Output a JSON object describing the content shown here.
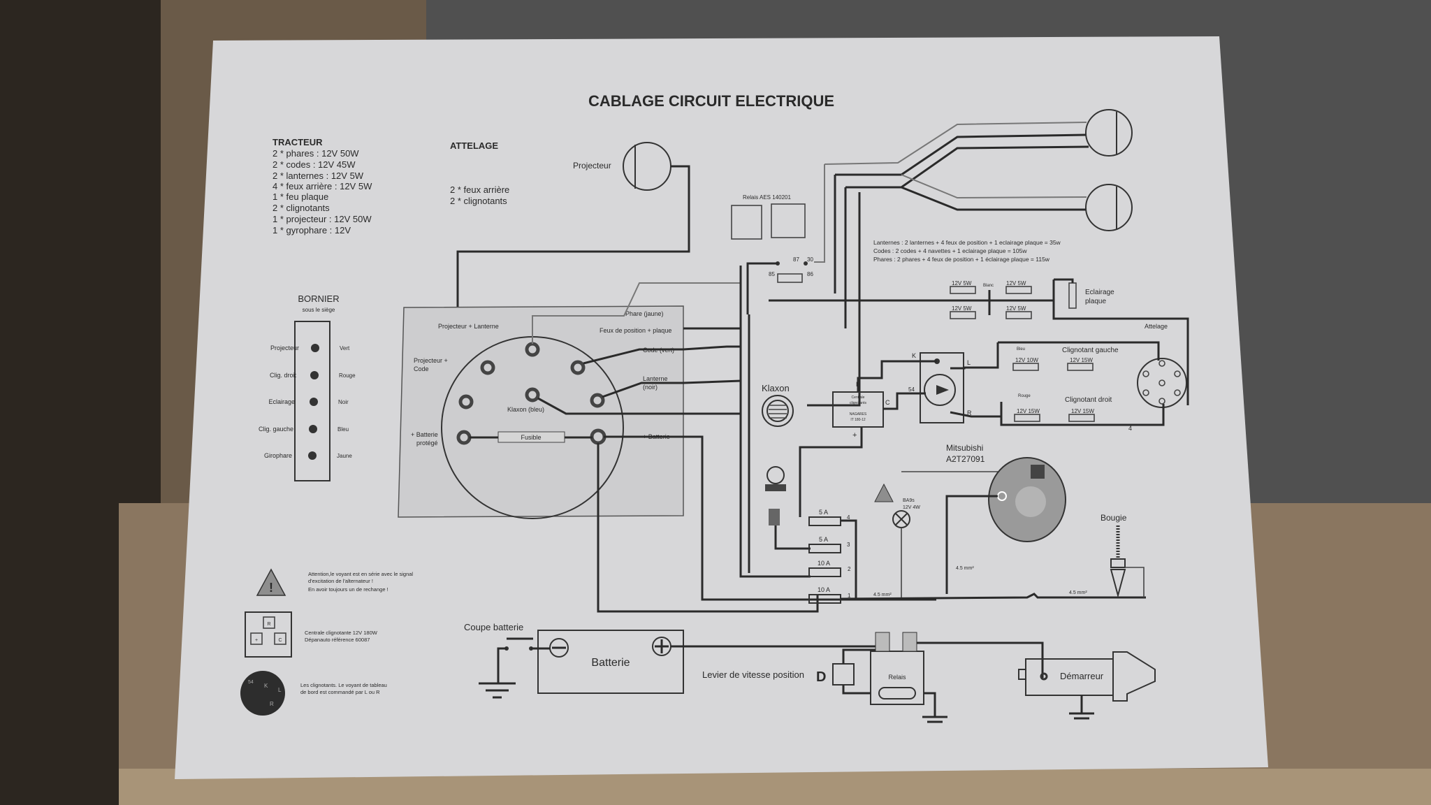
{
  "title": "CABLAGE CIRCUIT ELECTRIQUE",
  "colors": {
    "paper": "#d7d7d9",
    "ink": "#2a2a2a",
    "wood": "#6a5a48",
    "bench": "#8a7660"
  },
  "tracteur": {
    "heading": "TRACTEUR",
    "items": [
      "2 * phares : 12V 50W",
      "2 * codes : 12V 45W",
      "2 * lanternes : 12V 5W",
      "4 * feux arrière : 12V 5W",
      "1 * feu plaque",
      "2 * clignotants",
      "1 * projecteur : 12V 50W",
      "1 * gyrophare : 12V"
    ]
  },
  "attelage": {
    "heading": "ATTELAGE",
    "items": [
      "2 * feux arrière",
      "2 * clignotants"
    ]
  },
  "projecteur_label": "Projecteur",
  "relais_label": "Relais AES 140201",
  "relay_pins": {
    "p87": "87",
    "p30": "30",
    "p85": "85",
    "p86": "86"
  },
  "power_notes": [
    "Lanternes : 2 lanternes + 4 feux de position + 1 eclairage plaque = 35w",
    "Codes : 2 codes + 4 navettes + 1 eclairage plaque = 105w",
    "Phares : 2 phares + 4 feux de position + 1 éclairage plaque = 115w"
  ],
  "bulbs": {
    "b5w": "12V 5W",
    "b15w": "12V 15W",
    "b10w": "12V 10W",
    "blanc": "Blanc",
    "bleu": "Bleu",
    "rouge": "Rouge"
  },
  "eclairage_plaque": [
    "Eclairage",
    "plaque"
  ],
  "attelage_socket_label": "Attelage",
  "attelage_socket_pin4": "4",
  "clignotant_gauche": "Clignotant gauche",
  "clignotant_droit": "Clignotant droit",
  "bornier": {
    "title": "BORNIER",
    "subtitle": "sous le siège",
    "rows": [
      {
        "name": "Projecteur",
        "color": "Vert"
      },
      {
        "name": "Clig. droit",
        "color": "Rouge"
      },
      {
        "name": "Eclairage",
        "color": "Noir"
      },
      {
        "name": "Clig. gauche",
        "color": "Bleu"
      },
      {
        "name": "Girophare",
        "color": "Jaune"
      }
    ]
  },
  "switch_panel": {
    "projecteur_lanterne": "Projecteur + Lanterne",
    "projecteur_code": [
      "Projecteur +",
      "Code"
    ],
    "phare": "Phare (jaune)",
    "feux_position": "Feux de position + plaque",
    "code": "Code (vert)",
    "lanterne": [
      "Lanterne",
      "(noir)"
    ],
    "klaxon": "Klaxon (bleu)",
    "batterie_protege": [
      "+ Batterie",
      "protégé"
    ],
    "fusible": "Fusible",
    "batterie": "+ Batterie"
  },
  "klaxon_label": "Klaxon",
  "centrale": {
    "line1": "Centrale",
    "line2": "clignotants",
    "line3": "NAGARES",
    "line4": "IT 180-12",
    "R": "R",
    "C": "C",
    "plus": "+"
  },
  "commodo": {
    "K": "K",
    "L": "L",
    "R": "R",
    "p54": "54"
  },
  "alternator": {
    "brand": "Mitsubishi",
    "model": "A2T27091"
  },
  "voyant": {
    "line1": "BA9s",
    "line2": "12V 4W"
  },
  "fuses": [
    {
      "rating": "5 A",
      "num": "4"
    },
    {
      "rating": "5 A",
      "num": "3"
    },
    {
      "rating": "10 A",
      "num": "2"
    },
    {
      "rating": "10 A",
      "num": "1"
    }
  ],
  "section_labels": {
    "s1": "4.5 mm²",
    "s2": "4.5 mm²",
    "s3": "4.5 mm²"
  },
  "bougie_label": "Bougie",
  "coupe_batterie": "Coupe batterie",
  "batterie_label": "Batterie",
  "levier": {
    "label": "Levier de vitesse position",
    "position": "D"
  },
  "relais_demarreur": "Relais",
  "demarreur": "Démarreur",
  "notes": {
    "warning": [
      "Attention,le voyant est en série avec le signal",
      "d'excitation de l'alternateur !",
      "En avoir toujours un de rechange !"
    ],
    "centrale": [
      "Centrale clignotante 12V 180W",
      "Dépanauto référence 60087"
    ],
    "centrale_icon": {
      "R": "R",
      "plus": "+",
      "C": "C"
    },
    "commodo": [
      "Les clignotants. Le voyant de tableau",
      "de bord est commandé par L ou R"
    ],
    "commodo_icon": {
      "p54": "54",
      "K": "K",
      "L": "L",
      "R": "R"
    }
  }
}
